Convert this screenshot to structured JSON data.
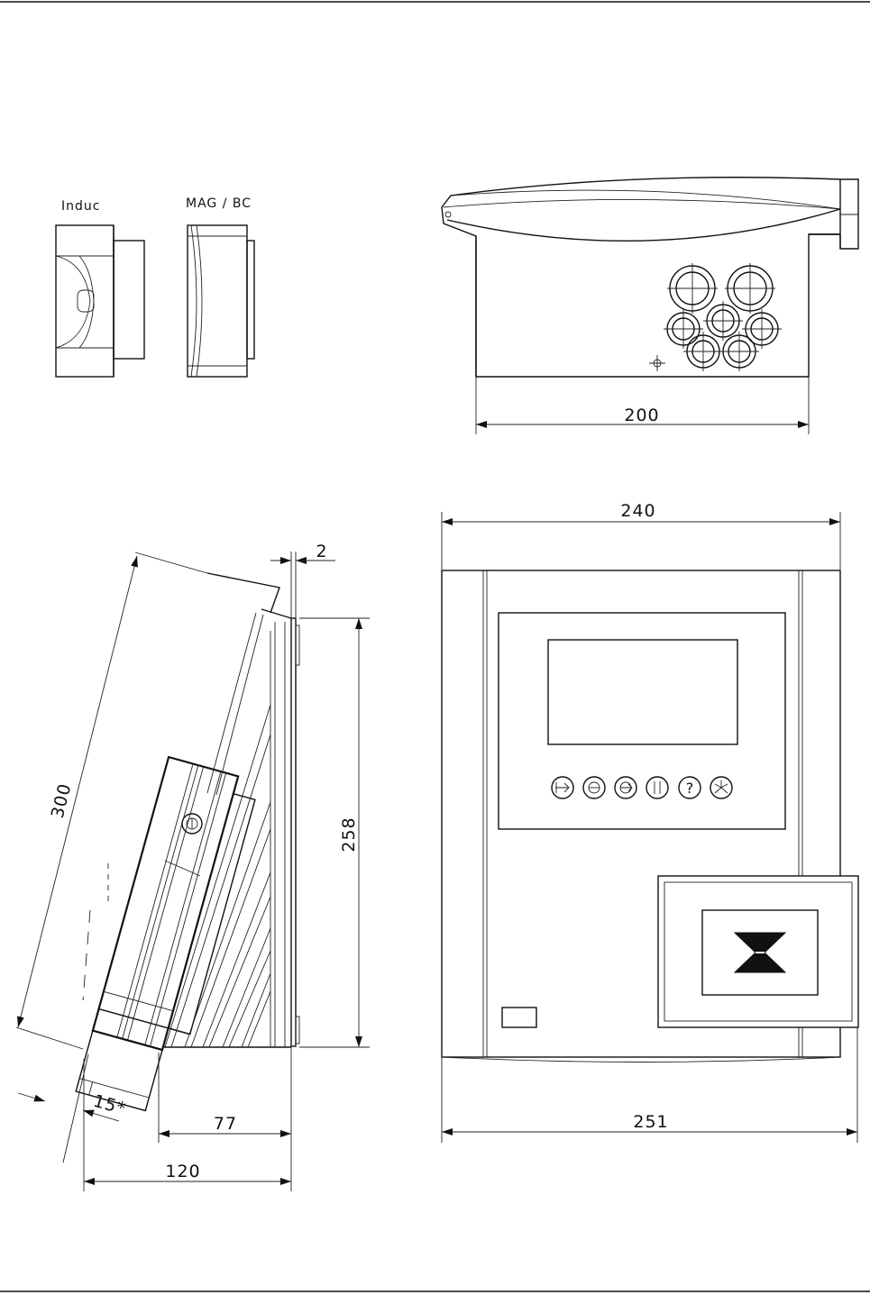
{
  "view_labels": {
    "induc": "Induc",
    "mag_bc": "MAG / BC"
  },
  "dimensions": {
    "top_width": "200",
    "front_width": "240",
    "front_bottom_width": "251",
    "front_height": "258",
    "side_diagonal": "300",
    "side_gap": "2",
    "side_tilt": "15*",
    "side_depth_inner": "77",
    "side_depth_total": "120"
  },
  "keypad": {
    "buttons": [
      "enter-arrow",
      "minus",
      "right-arrow",
      "pause",
      "question",
      "asterisk"
    ],
    "question_glyph": "?"
  },
  "colors": {
    "line": "#111111",
    "background": "#ffffff"
  }
}
